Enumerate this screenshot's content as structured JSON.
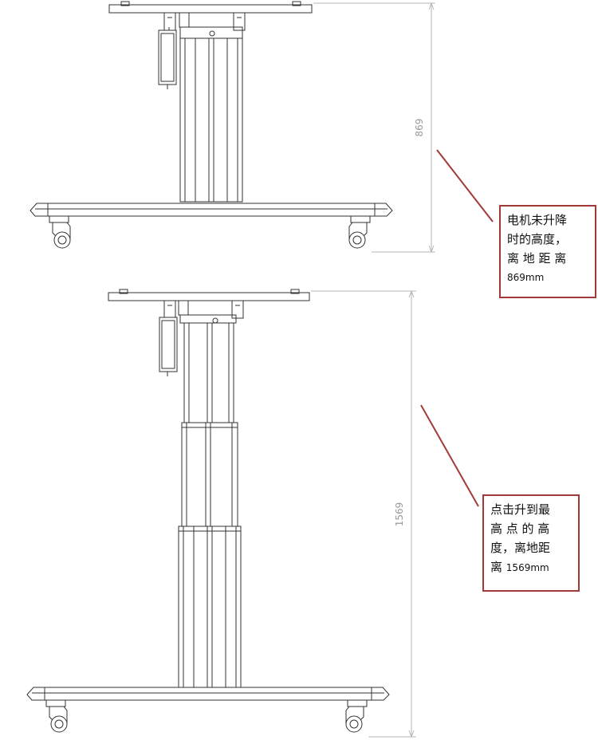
{
  "colors": {
    "line": "#333333",
    "dim": "#b5b5b5",
    "accent": "#a33a3a"
  },
  "dimensions": {
    "low": "869",
    "high": "1569"
  },
  "callout_low": {
    "lines": [
      "电机未升降",
      "时的高度，",
      "离 地 距 离"
    ],
    "value": "869mm"
  },
  "callout_high": {
    "lines": [
      "点击升到最",
      "高 点 的 高",
      "度，离地距"
    ],
    "last_prefix": "离",
    "value": "1569mm"
  }
}
